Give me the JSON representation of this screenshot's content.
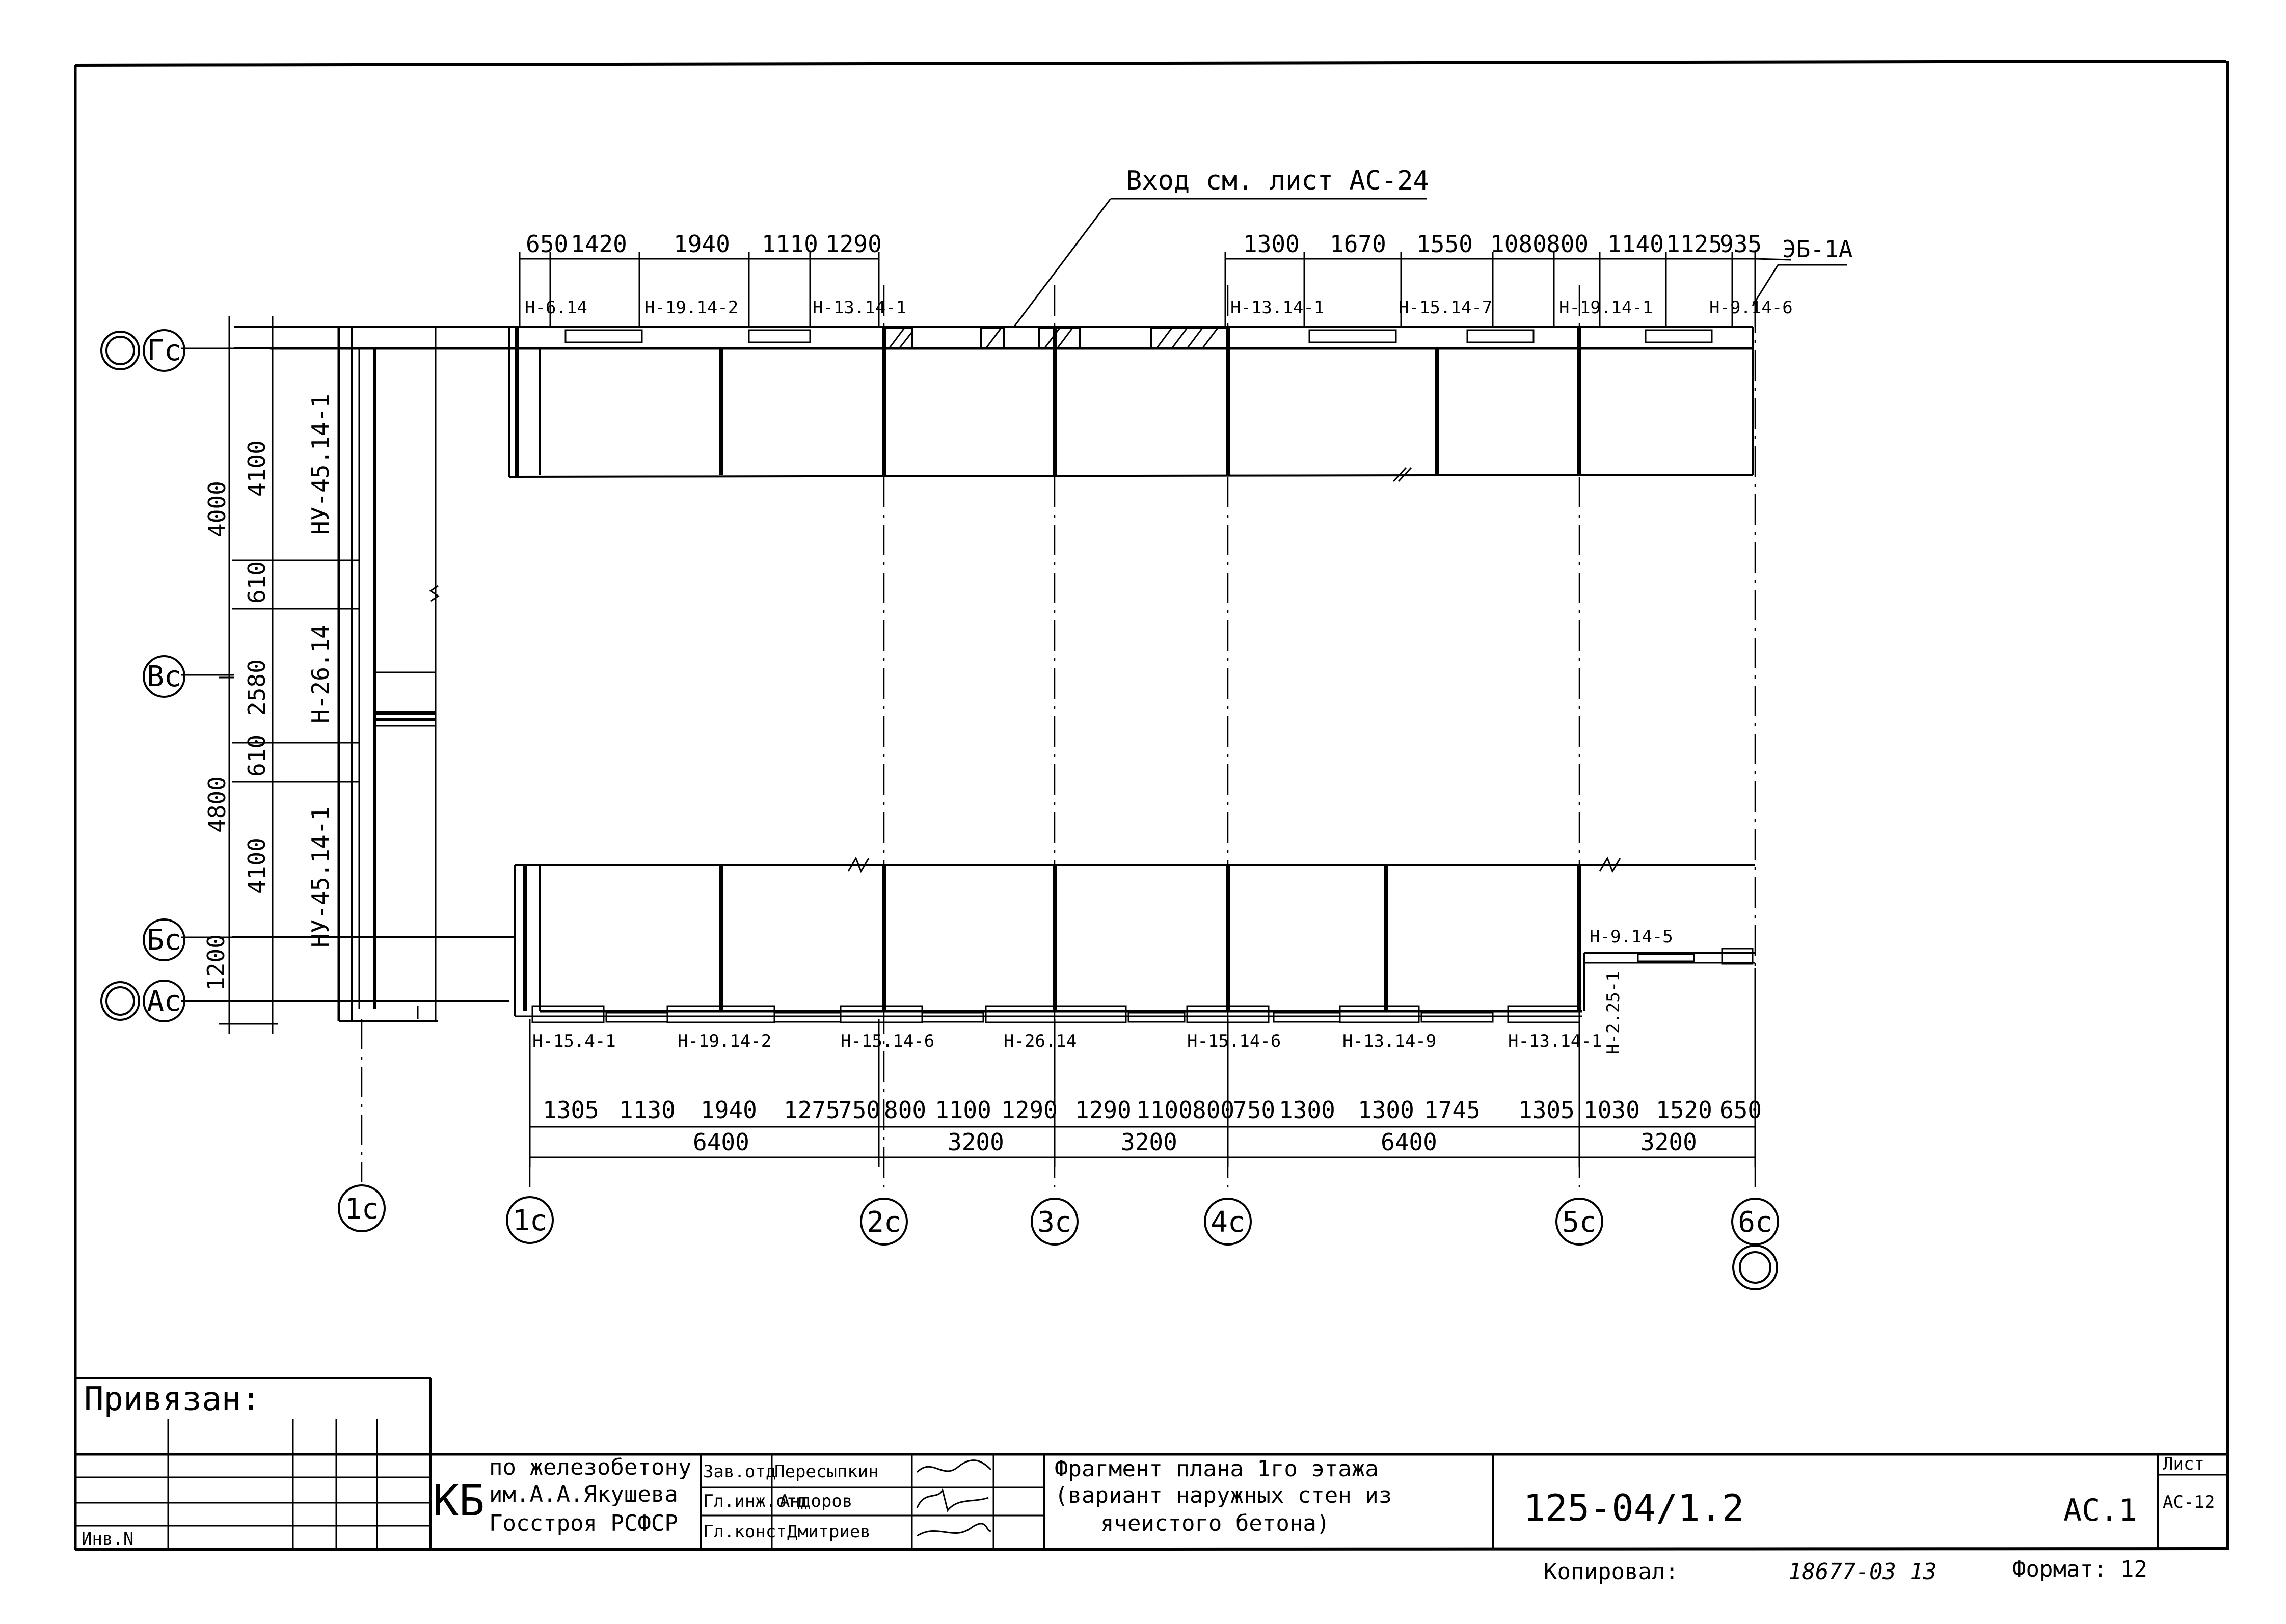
{
  "note": {
    "entrance": "Вход см. лист АС-24",
    "eb_mark": "ЭБ-1А"
  },
  "top_wall": {
    "dims_left": [
      "650",
      "1420",
      "1940",
      "1110",
      "1290"
    ],
    "dims_right": [
      "1300",
      "1670",
      "1550",
      "1080",
      "800",
      "1140",
      "1125",
      "935"
    ],
    "panels": [
      "Н-6.14",
      "Н-19.14-2",
      "Н-13.14-1",
      "Н-13.14-1",
      "Н-15.14-7",
      "Н-19.14-1",
      "Н-9.14-6"
    ]
  },
  "bottom_wall": {
    "dims": [
      "1305",
      "1130",
      "1940",
      "1275",
      "750",
      "800",
      "1100",
      "1290",
      "1290",
      "1100",
      "800",
      "750",
      "1300",
      "1300",
      "1745",
      "1305",
      "1030",
      "1520",
      "650"
    ],
    "totals": [
      "6400",
      "3200",
      "3200",
      "6400",
      "3200"
    ],
    "panels": [
      "Н-15.4-1",
      "Н-19.14-2",
      "Н-15.14-6",
      "Н-26.14",
      "Н-15.14-6",
      "Н-13.14-9",
      "Н-13.14-1"
    ],
    "side_panels": [
      "Н-9.14-5",
      "Н-2.25-1"
    ]
  },
  "left_wall": {
    "overall": [
      "4000",
      "4800"
    ],
    "dims": [
      "4100",
      "610",
      "2580",
      "610",
      "4100",
      "1200"
    ],
    "panels": [
      "НУ-45.14-1",
      "Н-26.14",
      "НУ-45.14-1"
    ]
  },
  "axes": {
    "rows": [
      "Гс",
      "Вс",
      "Бс",
      "Ас"
    ],
    "cols": [
      "1с",
      "1с",
      "2с",
      "3с",
      "4с",
      "5с",
      "6с"
    ]
  },
  "title_block": {
    "bound": "Привязан:",
    "inv": "Инв.N",
    "org_abbr": "КБ",
    "org_lines": [
      "по железобетону",
      "им.А.А.Якушева",
      "Госстроя РСФСР"
    ],
    "roles": [
      "Зав.отд",
      "Гл.инж.отд",
      "Гл.конст"
    ],
    "names": [
      "Пересыпкин",
      "Андоров",
      "Дмитриев"
    ],
    "title_lines": [
      "Фрагмент плана 1го этажа",
      "(вариант наружных стен из",
      "ячеистого бетона)"
    ],
    "doc_code": "125-04/1.2",
    "sheet_code": "АС.1",
    "sheet_label": "Лист",
    "sheet_no": "АС-12",
    "copied": "Копировал:",
    "order_no": "18677-03 13",
    "format": "Формат: 12"
  }
}
